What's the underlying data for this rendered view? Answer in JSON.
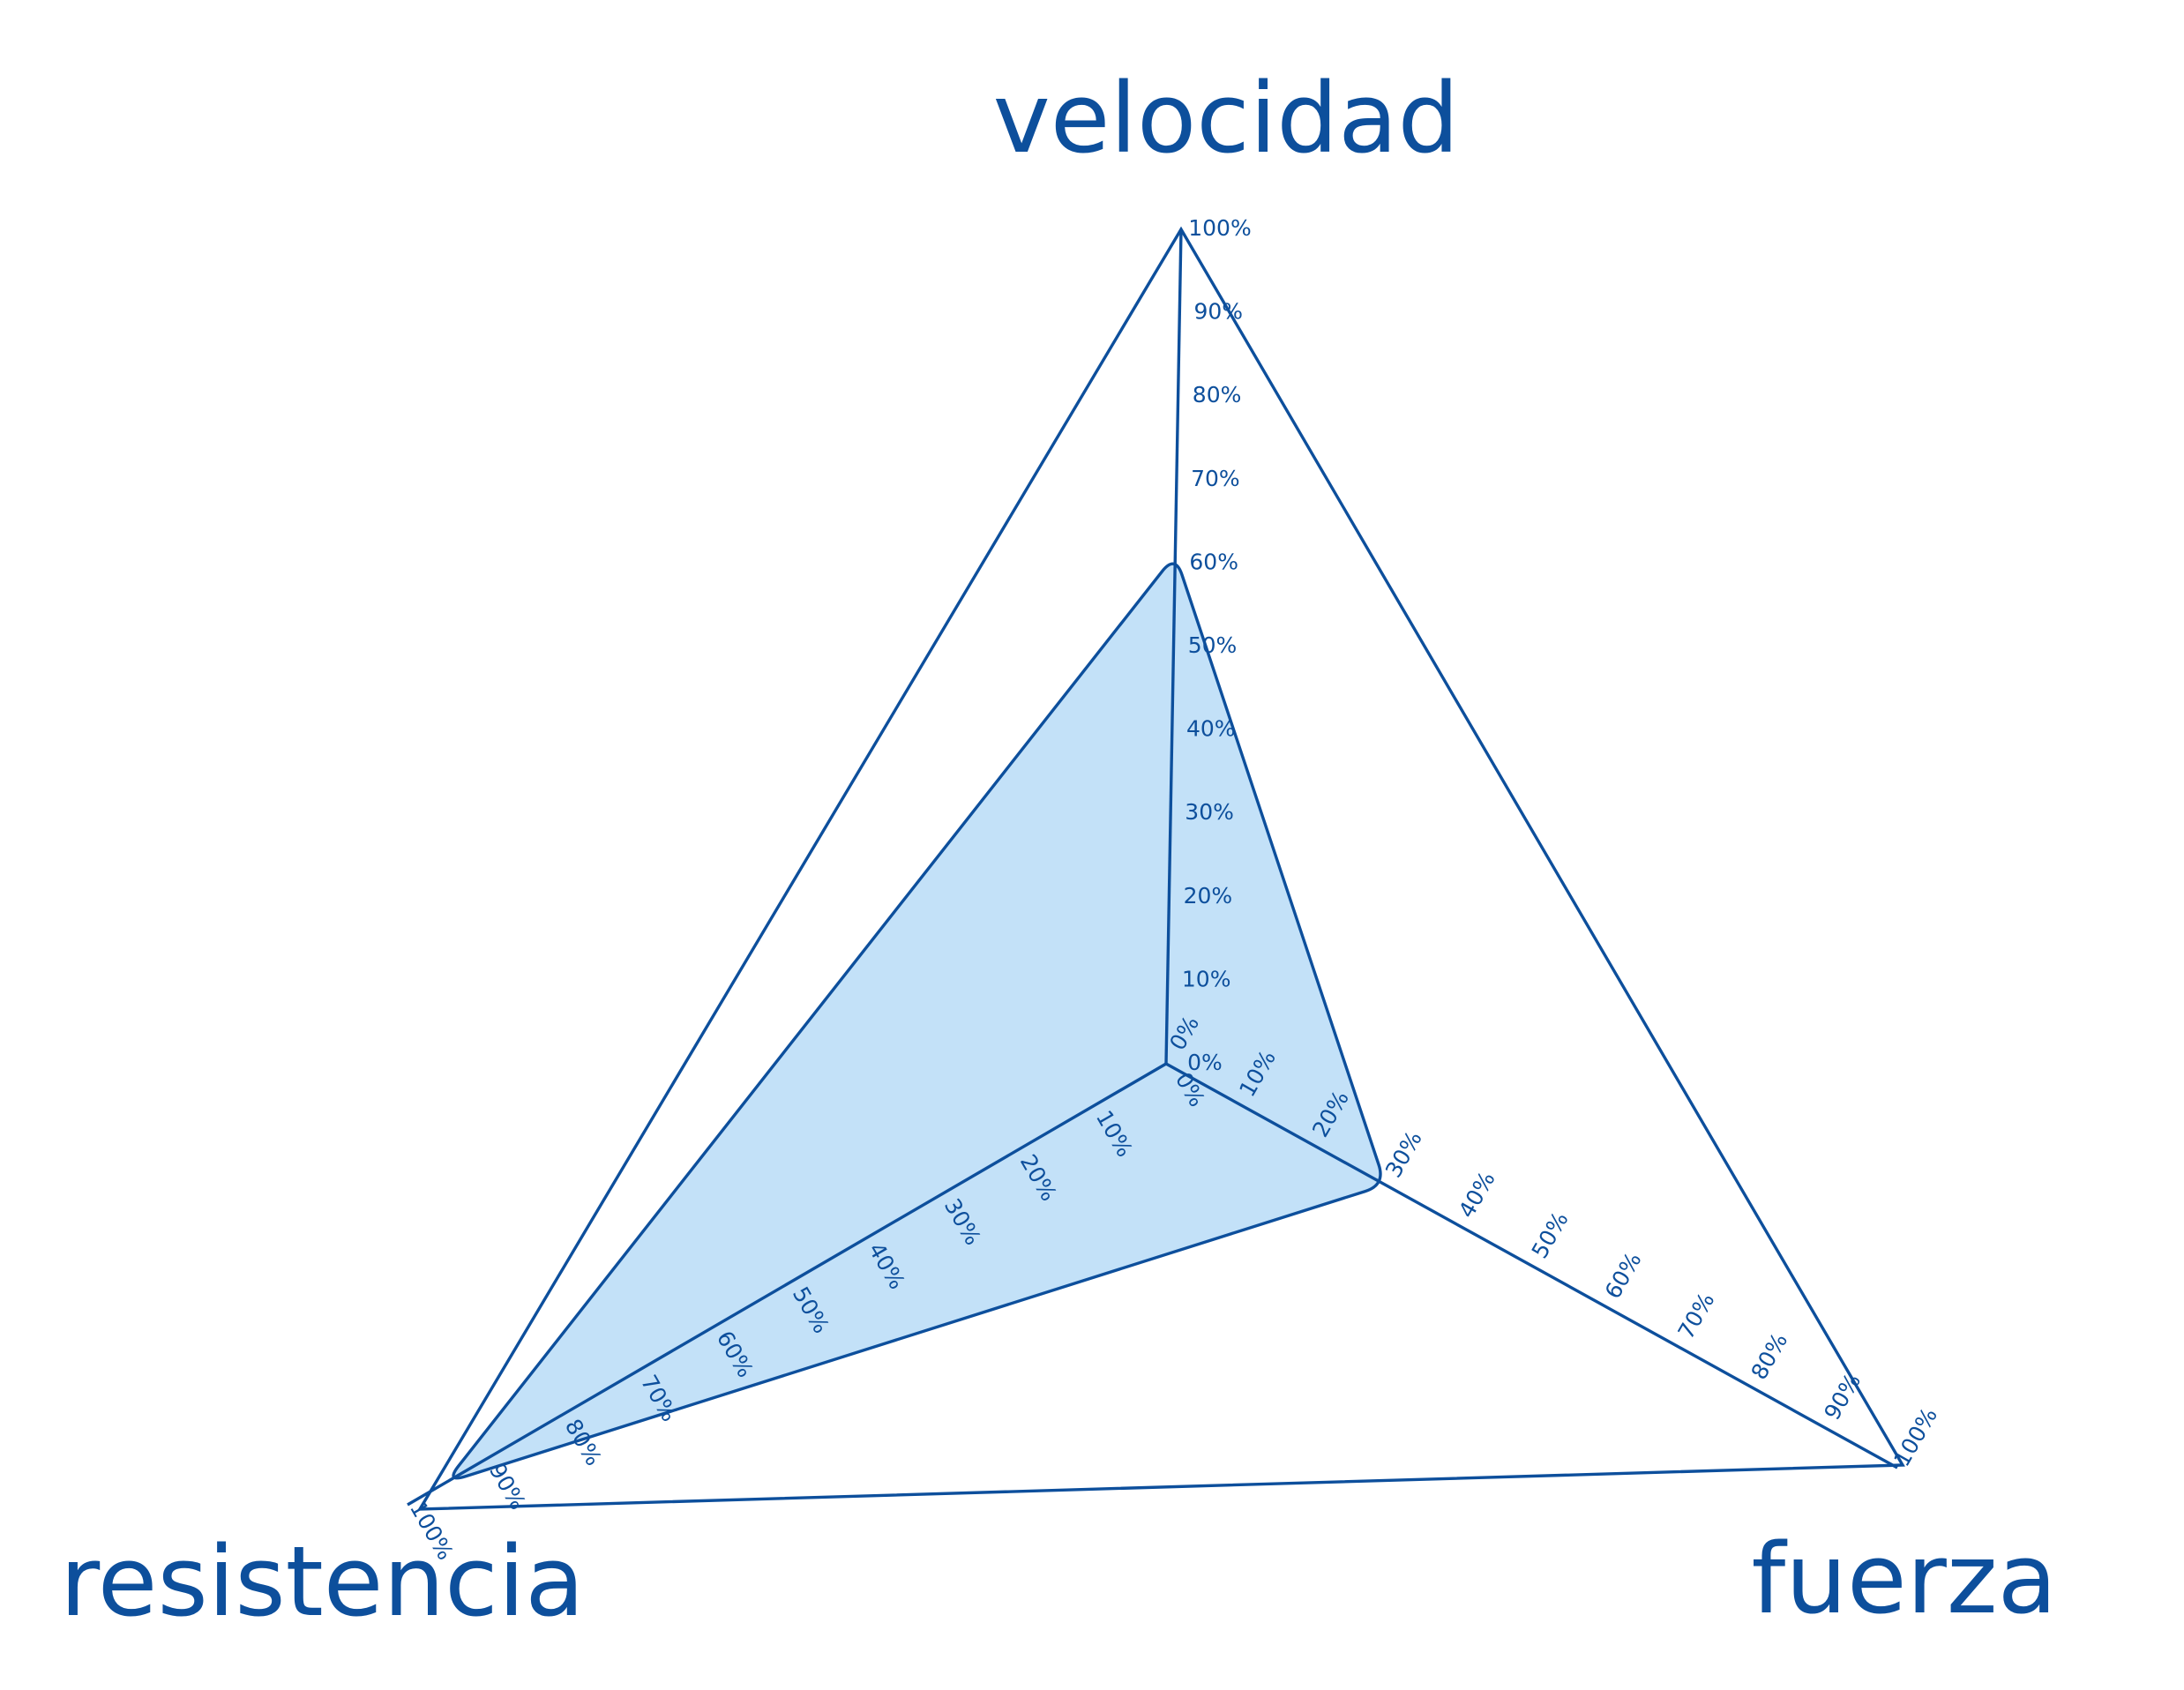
{
  "chart_data": {
    "type": "radar",
    "axes": [
      {
        "name": "velocidad",
        "value": 61
      },
      {
        "name": "fuerza",
        "value": 30
      },
      {
        "name": "resistencia",
        "value": 95
      }
    ],
    "range": [
      0,
      100
    ],
    "tick_labels": [
      "0%",
      "10%",
      "20%",
      "30%",
      "40%",
      "50%",
      "60%",
      "70%",
      "80%",
      "90%",
      "100%"
    ],
    "colors": {
      "line": "#0d4f9c",
      "fill": "#c3e1f8",
      "text": "#0d4f9c"
    }
  }
}
